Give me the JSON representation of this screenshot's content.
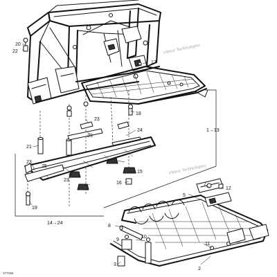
{
  "callouts": {
    "c20": "20",
    "c22": "22",
    "c17": "17",
    "c18": "18",
    "c1_13": "1→13",
    "c23a": "23",
    "c23b": "23",
    "c24": "24",
    "c21": "21",
    "c23c": "23",
    "c25": "25",
    "c23d": "23",
    "c15": "15",
    "c16": "16",
    "c19": "19",
    "c14_24": "14→24",
    "c7": "7",
    "c12": "12",
    "c5": "5",
    "c8": "8",
    "c9": "9",
    "c10": "10",
    "c11": "11",
    "c3": "3",
    "c2": "2"
  },
  "watermarks": {
    "wm1": "VWest Technologies",
    "wm2": "VWest Technologies"
  },
  "diagram_code": "1TT066"
}
